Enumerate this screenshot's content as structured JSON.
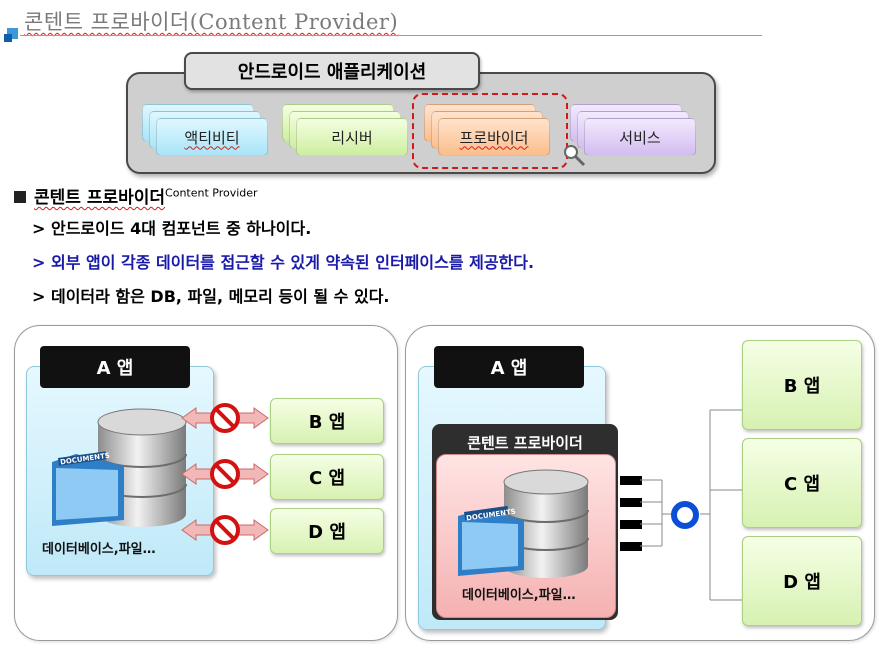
{
  "slide": {
    "title": "콘텐트 프로바이더(Content Provider)"
  },
  "components": {
    "header": "안드로이드 애플리케이션",
    "items": [
      {
        "label": "액티비티",
        "color": "#a9e5f7"
      },
      {
        "label": "리시버",
        "color": "#cdeea0"
      },
      {
        "label": "프로바이더",
        "color": "#fbbe8c",
        "highlighted": true
      },
      {
        "label": "서비스",
        "color": "#d2bdf0"
      }
    ]
  },
  "bullets": {
    "heading": "콘텐트 프로바이더",
    "heading_en": "Content Provider",
    "lines": [
      {
        "text": "> 안드로이드 4대 컴포넌트 중 하나이다."
      },
      {
        "text": "> 외부 앱이 각종 데이터를 접근할 수 있게 약속된 인터페이스를 제공한다.",
        "color": "#1a1aa8"
      },
      {
        "text": "> 데이터라 함은 DB, 파일, 메모리 등이 될 수 있다."
      }
    ]
  },
  "left_diagram": {
    "app_label": "A 앱",
    "documents_label": "DOCUMENTS",
    "db_label": "데이터베이스,파일…",
    "others": [
      "B 앱",
      "C 앱",
      "D 앱"
    ],
    "access": "blocked"
  },
  "right_diagram": {
    "app_label": "A 앱",
    "provider_label": "콘텐트 프로바이더",
    "documents_label": "DOCUMENTS",
    "db_label": "데이터베이스,파일…",
    "others": [
      "B 앱",
      "C 앱",
      "D 앱"
    ]
  }
}
